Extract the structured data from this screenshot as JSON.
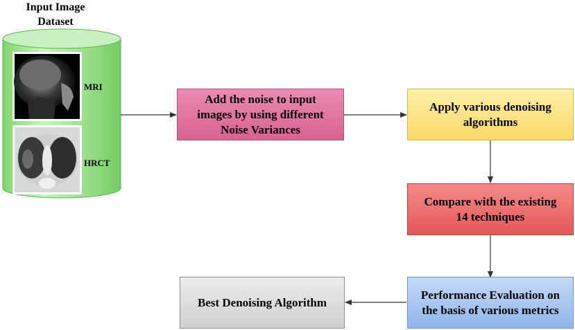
{
  "dataset": {
    "title_line1": "Input Image",
    "title_line2": "Dataset",
    "mri_label": "MRI",
    "hrct_label": "HRCT"
  },
  "steps": {
    "add_noise": [
      "Add the noise to input",
      "images by using different",
      "Noise Variances"
    ],
    "apply_denoise": [
      "Apply various denoising",
      "algorithms"
    ],
    "compare": [
      "Compare with the existing",
      "14 techniques"
    ],
    "evaluate": [
      "Performance Evaluation on",
      "the basis of various metrics"
    ],
    "best": [
      "Best Denoising Algorithm"
    ]
  },
  "colors": {
    "cylinder": "#a6e89a",
    "add_noise": "#e0729f",
    "apply_denoise": "#fde58a",
    "compare": "#ec6d6d",
    "evaluate": "#a8c6ef",
    "best": "#d9d9d9"
  }
}
